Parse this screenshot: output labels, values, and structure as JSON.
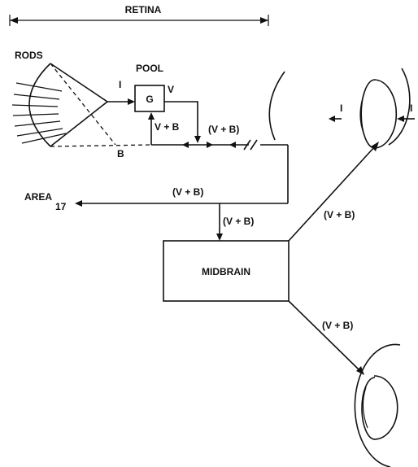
{
  "labels": {
    "retina": "RETINA",
    "rods": "RODS",
    "pool": "POOL",
    "g_box": "G",
    "input_i": "I",
    "output_v": "V",
    "feedback": "V + B",
    "signal_top": "(V + B)",
    "background_b": "B",
    "area": "AREA",
    "area_num": "17",
    "signal_area": "(V + B)",
    "signal_down": "(V + B)",
    "midbrain": "MIDBRAIN",
    "signal_upper_eye": "(V + B)",
    "signal_lower_eye": "(V + B)",
    "eye_left_i": "I",
    "eye_right_i": "I"
  }
}
